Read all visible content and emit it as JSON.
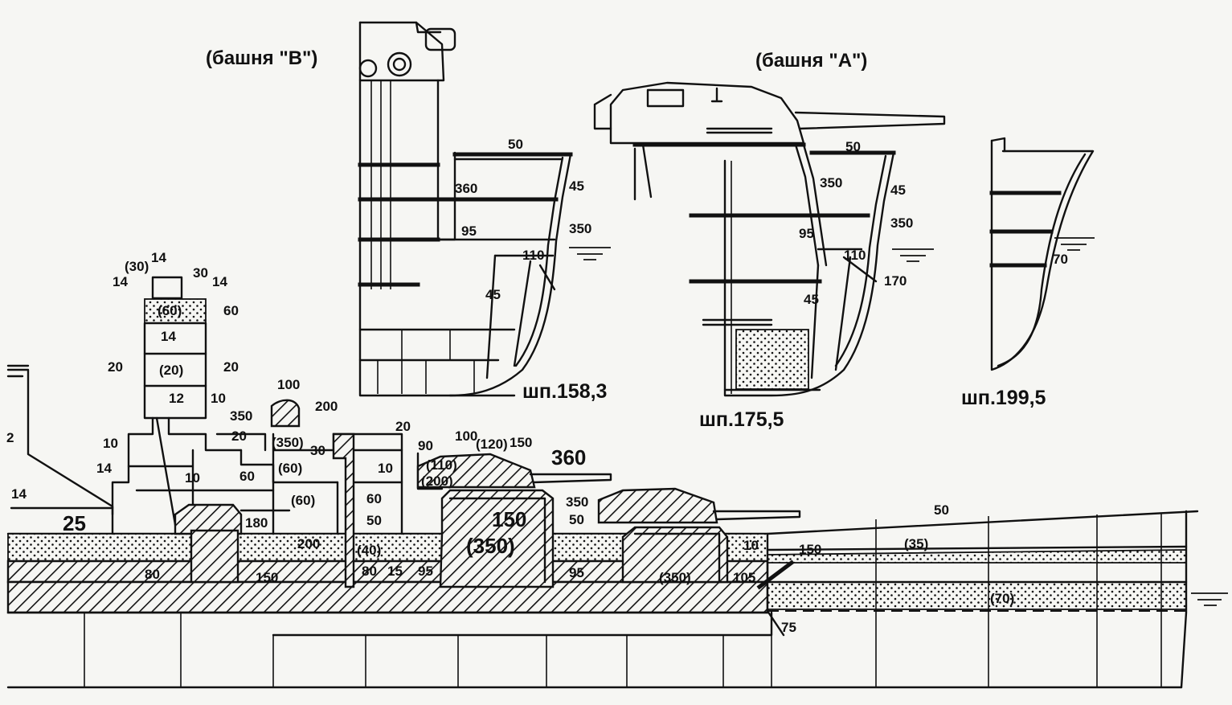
{
  "captions": {
    "turret_b": "(башня \"B\")",
    "turret_a": "(башня \"A\")",
    "frame_158": "шп.158,3",
    "frame_175": "шп.175,5",
    "frame_199": "шп.199,5"
  },
  "sections": {
    "s158": {
      "deck_top": "50",
      "upper_belt": "360",
      "side_upper": "45",
      "belt": "350",
      "bulkhead": "95",
      "lower": "110",
      "inner": "45"
    },
    "s175": {
      "deck_top": "50",
      "barbette": "350",
      "side_upper": "45",
      "belt": "350",
      "bulkhead": "95",
      "lower": "110",
      "below": "170",
      "inner": "45"
    },
    "s199": {
      "belt": "70"
    }
  },
  "profile": {
    "tower": {
      "roof_14a": "14",
      "roof_30_paren": "(30)",
      "roof_14b": "14",
      "roof_30": "30",
      "roof_14c": "14",
      "top_60_paren": "(60)",
      "top_60": "60",
      "mid_14": "14",
      "left_20": "20",
      "mid_20_paren": "(20)",
      "right_20": "20",
      "low_12": "12",
      "low_10": "10"
    },
    "superstructure": {
      "s10a": "10",
      "s14": "14",
      "s10b": "10",
      "s20": "20",
      "s60a": "60",
      "s60_paren": "(60)",
      "s350": "350",
      "s350_paren": "(350)",
      "s100": "100",
      "s200": "200",
      "s30": "30",
      "s60_paren2": "(60)",
      "s20b": "20",
      "s10c": "10",
      "s60b": "60",
      "s50": "50"
    },
    "turret_c": {
      "t90": "90",
      "t100": "100",
      "t120_paren": "(120)",
      "t150": "150",
      "t110_paren": "(110)",
      "t200_paren": "(200)",
      "t360": "360",
      "t150_big": "150",
      "t350_paren": "(350)"
    },
    "turret_d": {
      "t350": "350",
      "t50": "50",
      "t350_paren": "(350)",
      "t105": "105"
    },
    "hull": {
      "h14": "14",
      "h25": "25",
      "h180": "180",
      "h80": "80",
      "h150a": "150",
      "h200": "200",
      "h40_paren": "(40)",
      "h80b": "80",
      "h15": "15",
      "h95a": "95",
      "h95b": "95",
      "h10": "10",
      "h150b": "150",
      "h50": "50",
      "h35_paren": "(35)",
      "h70_paren": "(70)",
      "h75": "75",
      "h2": "2"
    }
  }
}
